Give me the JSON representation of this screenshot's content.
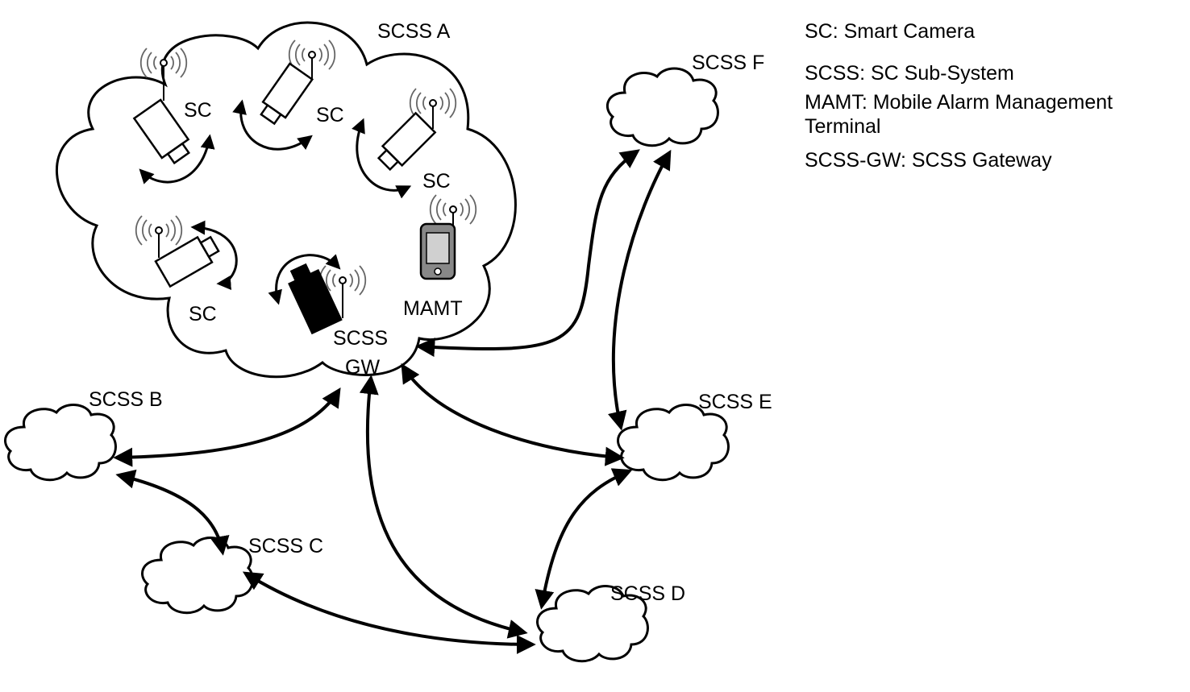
{
  "clouds": {
    "a": "SCSS A",
    "b": "SCSS B",
    "c": "SCSS C",
    "d": "SCSS D",
    "e": "SCSS E",
    "f": "SCSS F"
  },
  "devices": {
    "sc_1": "SC",
    "sc_2": "SC",
    "sc_3": "SC",
    "sc_4": "SC",
    "mamt": "MAMT",
    "gateway_line1": "SCSS",
    "gateway_line2": "GW"
  },
  "legend": {
    "sc": "SC: Smart Camera",
    "scss": "SCSS: SC Sub-System",
    "mamt_line1": "MAMT: Mobile Alarm Management",
    "mamt_line2": "Terminal",
    "gw": "SCSS-GW: SCSS Gateway"
  }
}
